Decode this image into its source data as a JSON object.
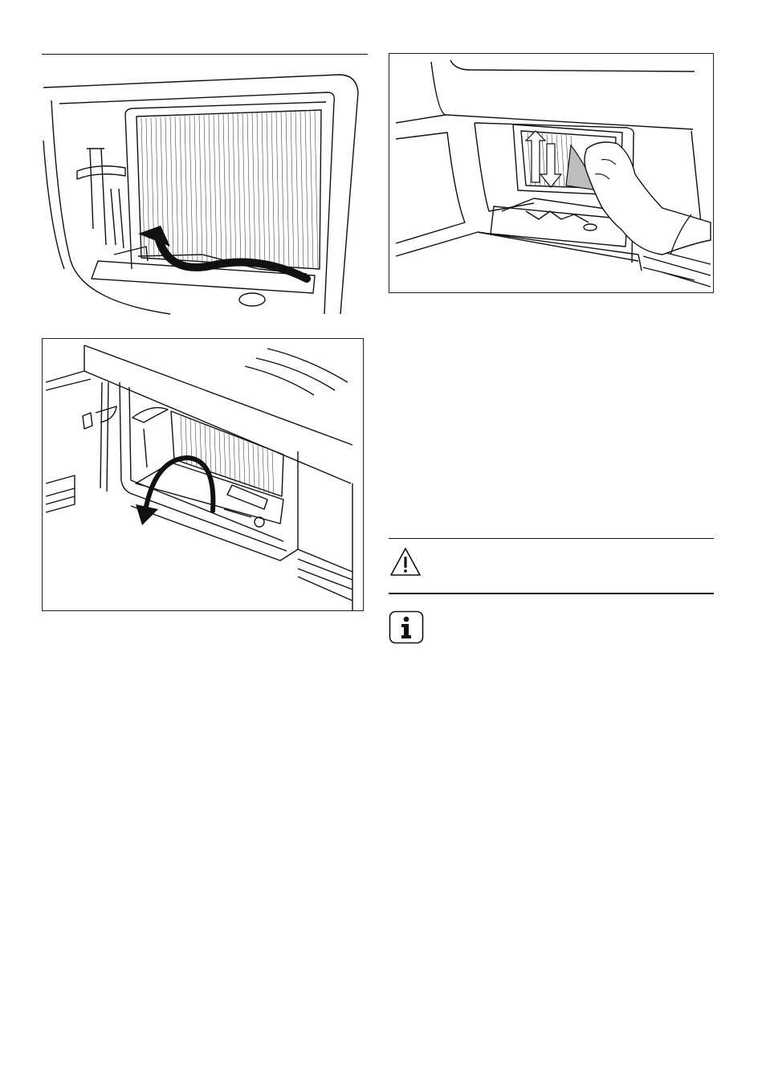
{
  "figures": [
    {
      "id": "filter-lift",
      "icon": "filter-lift-illustration"
    },
    {
      "id": "filter-clean",
      "icon": "filter-wipe-illustration"
    },
    {
      "id": "filter-tilt",
      "icon": "filter-tilt-illustration"
    }
  ],
  "warning": {
    "icon": "warning-triangle-icon",
    "text": ""
  },
  "info": {
    "icon": "info-icon",
    "text": ""
  }
}
